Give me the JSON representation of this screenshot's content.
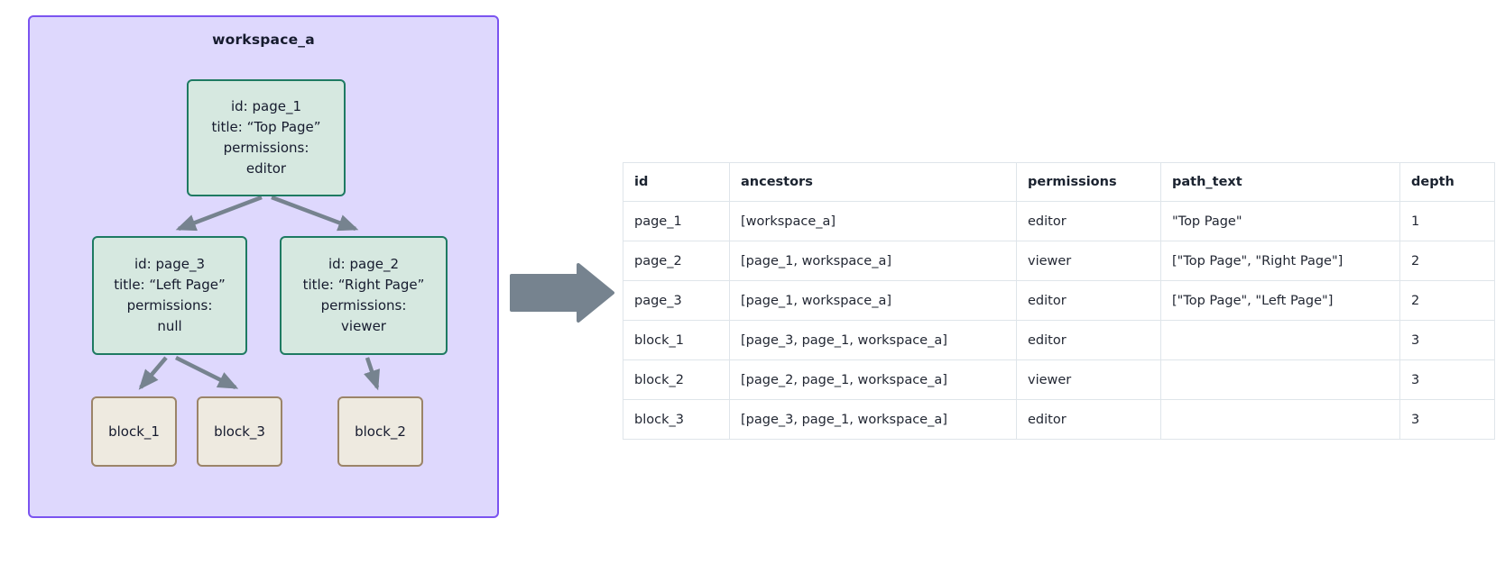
{
  "workspace": {
    "title": "workspace_a",
    "colors": {
      "panel_fill": "#ded8fd",
      "panel_border": "#7b54f0",
      "page_fill": "#d6e8e0",
      "page_border": "#1e7a62",
      "block_fill": "#eeeae0",
      "block_border": "#9b8468",
      "arrow": "#76838f"
    },
    "nodes": [
      {
        "key": "page_1",
        "lines": [
          "id: page_1",
          "title: “Top Page”",
          "permissions:",
          "editor"
        ]
      },
      {
        "key": "page_3",
        "lines": [
          "id: page_3",
          "title: “Left Page”",
          "permissions:",
          "null"
        ]
      },
      {
        "key": "page_2",
        "lines": [
          "id: page_2",
          "title: “Right Page”",
          "permissions:",
          "viewer"
        ]
      },
      {
        "key": "block_1",
        "label": "block_1"
      },
      {
        "key": "block_3",
        "label": "block_3"
      },
      {
        "key": "block_2",
        "label": "block_2"
      }
    ],
    "edges": [
      {
        "from": "page_1",
        "to": "page_3"
      },
      {
        "from": "page_1",
        "to": "page_2"
      },
      {
        "from": "page_3",
        "to": "block_1"
      },
      {
        "from": "page_3",
        "to": "block_3"
      },
      {
        "from": "page_2",
        "to": "block_2"
      }
    ]
  },
  "transform_arrow": {
    "name": "transform-arrow",
    "direction": "right"
  },
  "table": {
    "headers": [
      "id",
      "ancestors",
      "permissions",
      "path_text",
      "depth"
    ],
    "rows": [
      {
        "id": "page_1",
        "ancestors": "[workspace_a]",
        "permissions": "editor",
        "path_text": "\"Top Page\"",
        "depth": "1"
      },
      {
        "id": "page_2",
        "ancestors": "[page_1, workspace_a]",
        "permissions": "viewer",
        "path_text": "[\"Top Page\", \"Right Page\"]",
        "depth": "2"
      },
      {
        "id": "page_3",
        "ancestors": "[page_1, workspace_a]",
        "permissions": "editor",
        "path_text": "[\"Top Page\", \"Left Page\"]",
        "depth": "2"
      },
      {
        "id": "block_1",
        "ancestors": "[page_3, page_1, workspace_a]",
        "permissions": "editor",
        "path_text": "",
        "depth": "3"
      },
      {
        "id": "block_2",
        "ancestors": "[page_2, page_1, workspace_a]",
        "permissions": "viewer",
        "path_text": "",
        "depth": "3"
      },
      {
        "id": "block_3",
        "ancestors": "[page_3, page_1, workspace_a]",
        "permissions": "editor",
        "path_text": "",
        "depth": "3"
      }
    ]
  }
}
